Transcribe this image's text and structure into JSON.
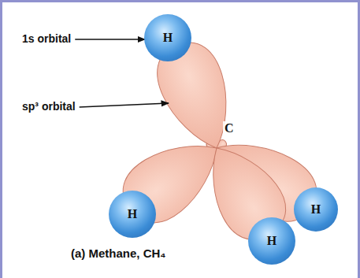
{
  "diagram": {
    "caption": "(a) Methane, CH₄",
    "nodes": [
      {
        "text": [
          "H"
        ]
      },
      {
        "text": [
          "H"
        ]
      },
      {
        "text": [
          "H"
        ]
      },
      {
        "text": [
          "H"
        ]
      }
    ],
    "labels": [
      "1s orbital",
      "sp³ orbital",
      "C"
    ]
  }
}
